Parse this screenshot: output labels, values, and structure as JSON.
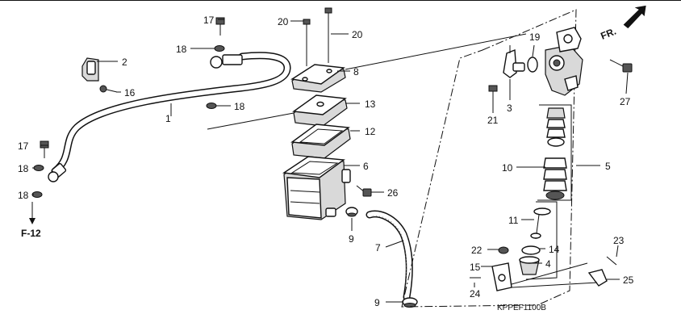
{
  "diagram": {
    "code": "KPPEF1100B",
    "front_indicator": "FR.",
    "ref_label": "F-12",
    "callouts": {
      "c1": "1",
      "c2": "2",
      "c3": "3",
      "c4": "4",
      "c5": "5",
      "c6": "6",
      "c7": "7",
      "c8": "8",
      "c9a": "9",
      "c9b": "9",
      "c10": "10",
      "c11": "11",
      "c12": "12",
      "c13": "13",
      "c14": "14",
      "c15": "15",
      "c16": "16",
      "c17a": "17",
      "c17b": "17",
      "c18a": "18",
      "c18b": "18",
      "c18c": "18",
      "c18d": "18",
      "c19": "19",
      "c20a": "20",
      "c20b": "20",
      "c21": "21",
      "c22": "22",
      "c23": "23",
      "c24": "24",
      "c25": "25",
      "c26": "26",
      "c27": "27"
    }
  }
}
